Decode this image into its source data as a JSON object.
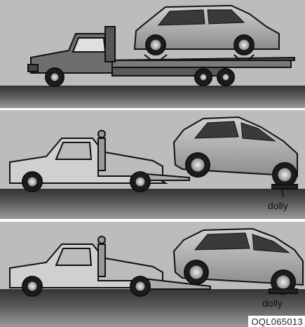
{
  "panels": [
    {
      "method": "flatbed-truck"
    },
    {
      "method": "wheel-lift-with-rear-dolly",
      "label": "dolly"
    },
    {
      "method": "wheel-lift-with-rear-dolly",
      "label": "dolly"
    }
  ],
  "figure_code": "OQL065013",
  "colors": {
    "sky": "#bcbcbc",
    "road": "#3a3a3a",
    "road_fade": "#7a7a7a",
    "truck_body": "#6e6e6e",
    "car_body": "#a8a8a8",
    "outline": "#111111",
    "tire": "#1c1c1c",
    "rim": "#d8d8d8"
  }
}
